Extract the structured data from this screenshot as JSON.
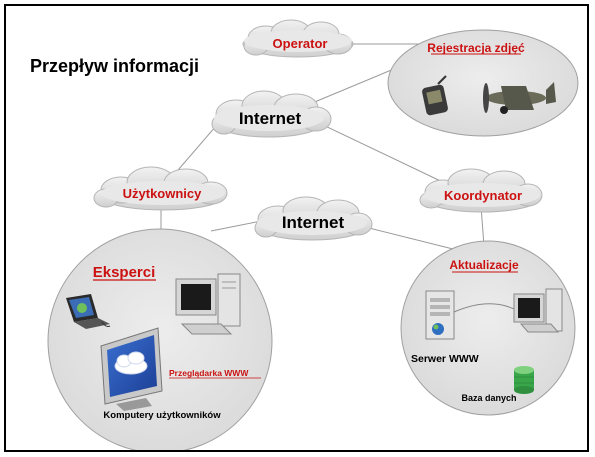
{
  "title": "Przepływ informacji",
  "clouds": {
    "operator": "Operator",
    "internet_top": "Internet",
    "users": "Użytkownicy",
    "internet_mid": "Internet",
    "coordinator": "Koordynator"
  },
  "circles": {
    "registration": "Rejestracja zdjęć",
    "experts": "Eksperci",
    "updates": "Aktualizacje"
  },
  "labels": {
    "browser": "Przeglądarka WWW",
    "user_computers": "Komputery użytkowników",
    "server": "Serwer WWW",
    "database": "Baza danych"
  },
  "colors": {
    "accent_red": "#cc1111",
    "cloud_fill": "#e6e6e6",
    "circle_fill": "#e2e2e2"
  }
}
